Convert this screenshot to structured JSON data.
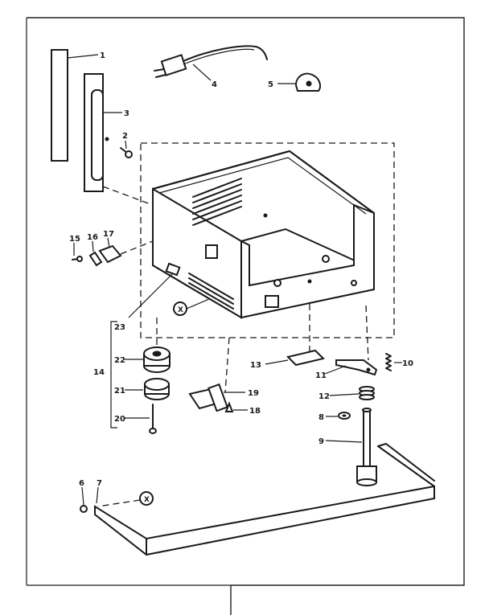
{
  "diagram": {
    "parts": [
      {
        "id": "p1",
        "number": "1"
      },
      {
        "id": "p2",
        "number": "2"
      },
      {
        "id": "p3",
        "number": "3"
      },
      {
        "id": "p4",
        "number": "4"
      },
      {
        "id": "p5",
        "number": "5"
      },
      {
        "id": "p6",
        "number": "6"
      },
      {
        "id": "p7",
        "number": "7"
      },
      {
        "id": "p8",
        "number": "8"
      },
      {
        "id": "p9",
        "number": "9"
      },
      {
        "id": "p10",
        "number": "10"
      },
      {
        "id": "p11",
        "number": "11"
      },
      {
        "id": "p12",
        "number": "12"
      },
      {
        "id": "p13",
        "number": "13"
      },
      {
        "id": "p14",
        "number": "14"
      },
      {
        "id": "p15",
        "number": "15"
      },
      {
        "id": "p16",
        "number": "16"
      },
      {
        "id": "p17",
        "number": "17"
      },
      {
        "id": "p18",
        "number": "18"
      },
      {
        "id": "p19",
        "number": "19"
      },
      {
        "id": "p20",
        "number": "20"
      },
      {
        "id": "p21",
        "number": "21"
      },
      {
        "id": "p22",
        "number": "22"
      },
      {
        "id": "p23",
        "number": "23"
      }
    ],
    "markers": [
      {
        "id": "m1",
        "label": "X"
      },
      {
        "id": "m2",
        "label": "X"
      }
    ]
  }
}
